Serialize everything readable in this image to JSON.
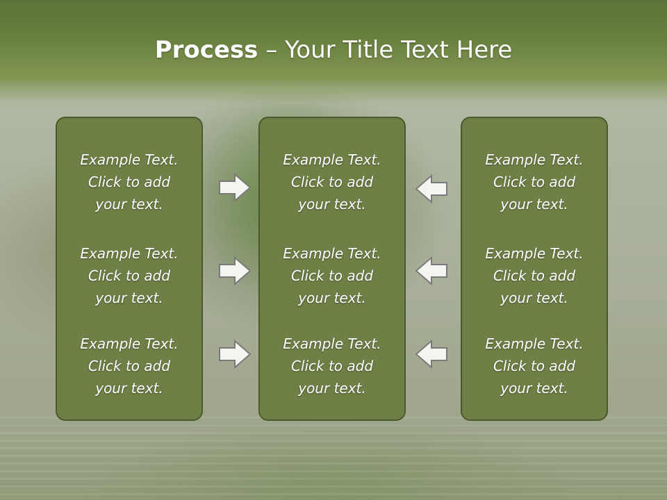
{
  "title": {
    "bold": "Process",
    "rest": " – Your Title Text Here"
  },
  "columns": [
    {
      "items": [
        {
          "line1": "Example Text.",
          "line2": "Click  to add",
          "line3": "your text."
        },
        {
          "line1": "Example Text.",
          "line2": "Click  to add",
          "line3": "your text."
        },
        {
          "line1": "Example Text.",
          "line2": "Click  to add",
          "line3": "your text."
        }
      ]
    },
    {
      "items": [
        {
          "line1": "Example Text.",
          "line2": "Click  to add",
          "line3": "your text."
        },
        {
          "line1": "Example Text.",
          "line2": "Click  to add",
          "line3": "your text."
        },
        {
          "line1": "Example Text.",
          "line2": "Click  to add",
          "line3": "your text."
        }
      ]
    },
    {
      "items": [
        {
          "line1": "Example Text.",
          "line2": "Click  to add",
          "line3": "your text."
        },
        {
          "line1": "Example Text.",
          "line2": "Click  to add",
          "line3": "your text."
        },
        {
          "line1": "Example Text.",
          "line2": "Click  to add",
          "line3": "your text."
        }
      ]
    }
  ],
  "arrows": {
    "left_group": "right-arrow-icon",
    "right_group": "left-arrow-icon"
  },
  "colors": {
    "box_fill": "#6e8046",
    "box_border": "#4a5a2c",
    "header": "#6c8240"
  }
}
